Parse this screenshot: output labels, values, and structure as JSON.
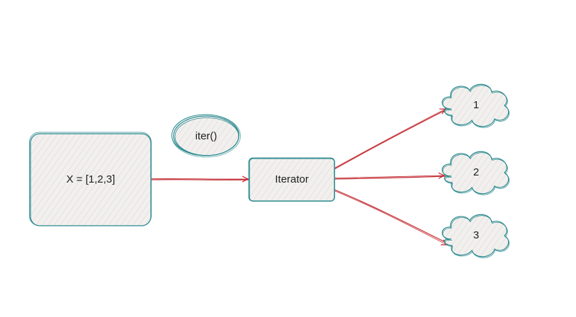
{
  "colors": {
    "node_stroke": "#2b8a8f",
    "node_fill": "#f2f0ee",
    "hatch": "#d9d6d2",
    "edge": "#c0262d",
    "text": "#1e1e1e",
    "background": "#ffffff"
  },
  "nodes": {
    "list": {
      "label": "X = [1,2,3]",
      "shape": "rounded-rectangle"
    },
    "iter_call": {
      "label": "iter()",
      "shape": "ellipse"
    },
    "iterator": {
      "label": "Iterator",
      "shape": "rounded-rectangle"
    },
    "outputs": [
      {
        "label": "1",
        "shape": "cloud"
      },
      {
        "label": "2",
        "shape": "cloud"
      },
      {
        "label": "3",
        "shape": "cloud"
      }
    ]
  },
  "edges": [
    {
      "from": "list",
      "to": "iterator",
      "arrow": true
    },
    {
      "from": "iterator",
      "to": "output-1",
      "arrow": true
    },
    {
      "from": "iterator",
      "to": "output-2",
      "arrow": true
    },
    {
      "from": "iterator",
      "to": "output-3",
      "arrow": true
    }
  ]
}
